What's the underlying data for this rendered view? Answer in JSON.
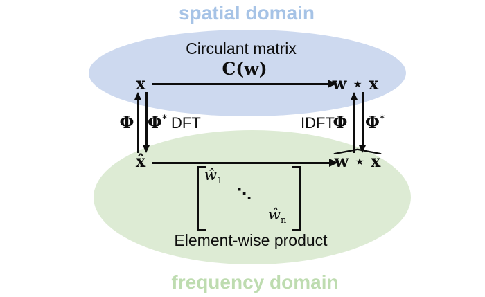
{
  "titles": {
    "spatial": "spatial domain",
    "frequency": "frequency domain"
  },
  "colors": {
    "blue_fill": "#cdd9ef",
    "green_fill": "#ddebd4",
    "blue_text": "#a6c3e6",
    "green_text": "#bedcb0",
    "ink": "#0d0d0d"
  },
  "spatial": {
    "heading": "Circulant matrix",
    "operator": "C(w)",
    "left_node": "x",
    "right_node": "w ⋆ x"
  },
  "left_transform": {
    "phi": "Φ",
    "phi_star_base": "Φ",
    "phi_star_sup": "*",
    "name": "DFT"
  },
  "right_transform": {
    "name": "IDFT",
    "phi": "Φ",
    "phi_star_base": "Φ",
    "phi_star_sup": "*"
  },
  "frequency": {
    "left_node": "x̂",
    "right_node": "w ⋆ x",
    "matrix": {
      "first_base": "ŵ",
      "first_sub": "1",
      "dots": "⋱",
      "last_base": "ŵ",
      "last_sub": "n"
    },
    "caption": "Element-wise product"
  }
}
